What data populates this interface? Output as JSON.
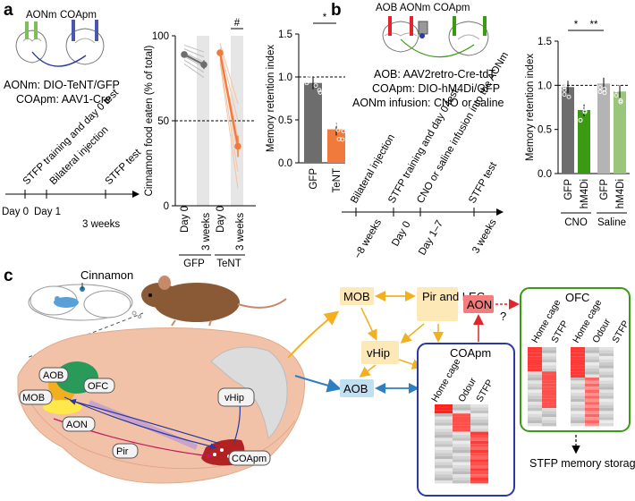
{
  "panels": {
    "a": {
      "label": "a",
      "schematic": {
        "region1": "AONm",
        "region2": "COApm",
        "line1": "AONm: DIO-TeNT/GFP",
        "line2": "COApm: AAV1-Cre"
      },
      "timeline": {
        "ticks": [
          "Day 0",
          "Day 1",
          "3 weeks"
        ],
        "events": [
          "STFP training and day 0 test",
          "Bilateral injection",
          "STFP test"
        ]
      }
    },
    "b": {
      "label": "b",
      "schematic": {
        "regions": "AOB AONm COApm",
        "line1": "AOB: AAV2retro-Cre-tdT",
        "line2": "COApm: DIO-hM4Di/GFP",
        "line3": "AONm infusion: CNO or saline"
      },
      "timeline": {
        "ticks": [
          "−8 weeks",
          "Day 0",
          "Day 1–7",
          "3 weeks"
        ],
        "events": [
          "Bilateral injection",
          "STFP training and day 0 test",
          "CNO or saline infusion into the AONm",
          "STFP test"
        ]
      }
    },
    "c": {
      "label": "c",
      "cinnamon": "Cinnamon",
      "brain_labels": [
        "AOB",
        "OFC",
        "MOB",
        "AON",
        "vHip",
        "Pir",
        "COApm"
      ],
      "network": {
        "MOB": "MOB",
        "Pir": "Pir and LEC",
        "AON": "AON",
        "vHip": "vHip",
        "AOB": "AOB",
        "COApm": "COApm",
        "OFC": "OFC",
        "question": "?",
        "heatmap_cols": [
          "Home cage",
          "Odour",
          "STFP"
        ],
        "outcome": "STFP memory storage and recall"
      }
    }
  },
  "chart_data": [
    {
      "type": "line",
      "ylabel": "Cinnamon food eaten (% of total)",
      "ylim": [
        0,
        100
      ],
      "yticks": [
        0,
        50,
        100
      ],
      "reference_line": 50,
      "groups": [
        {
          "name": "GFP",
          "x": [
            "Day 0",
            "3 weeks"
          ],
          "mean": [
            89,
            83
          ]
        },
        {
          "name": "TeNT",
          "x": [
            "Day 0",
            "3 weeks"
          ],
          "mean": [
            90,
            35
          ]
        }
      ],
      "significance": "#"
    },
    {
      "type": "bar",
      "ylabel": "Memory retention index",
      "categories": [
        "GFP",
        "TeNT"
      ],
      "values": [
        0.93,
        0.39
      ],
      "ylim": [
        0,
        1.5
      ],
      "yticks": [
        0,
        0.5,
        1.0,
        1.5
      ],
      "reference_line": 1.0,
      "significance": "*",
      "colors": [
        "#6d6d6d",
        "#f07a3c"
      ]
    },
    {
      "type": "bar",
      "ylabel": "Memory retention index",
      "categories": [
        "GFP",
        "hM4Di",
        "GFP",
        "hM4Di"
      ],
      "groups": [
        "CNO",
        "Saline"
      ],
      "values": [
        0.98,
        0.72,
        1.02,
        0.93
      ],
      "ylim": [
        0,
        1.5
      ],
      "yticks": [
        0,
        0.5,
        1.0,
        1.5
      ],
      "reference_line": 1.0,
      "significance": [
        "*",
        "**"
      ],
      "colors": [
        "#6d6d6d",
        "#3a9a12",
        "#b4b4b4",
        "#99c67a"
      ]
    }
  ]
}
